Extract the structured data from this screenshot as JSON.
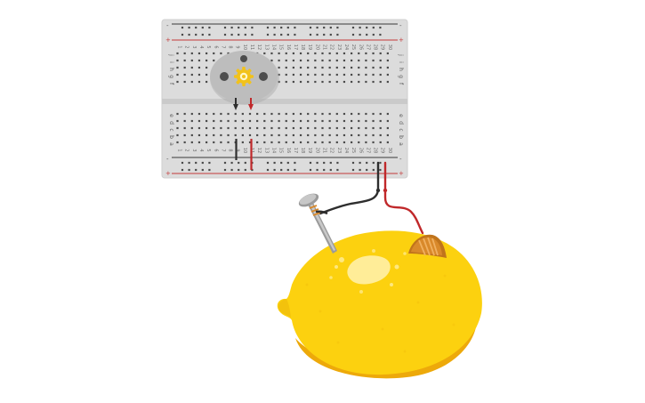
{
  "breadboard": {
    "column_numbers": [
      "1",
      "2",
      "3",
      "4",
      "5",
      "6",
      "7",
      "8",
      "9",
      "10",
      "11",
      "12",
      "13",
      "14",
      "15",
      "16",
      "17",
      "18",
      "19",
      "20",
      "21",
      "22",
      "23",
      "24",
      "25",
      "26",
      "27",
      "28",
      "29",
      "30"
    ],
    "row_letters_top": [
      "j",
      "i",
      "h",
      "g",
      "f"
    ],
    "row_letters_bottom": [
      "e",
      "d",
      "c",
      "b",
      "a"
    ],
    "rail_plus": "+",
    "rail_minus": "-"
  },
  "components": {
    "motor": "dc-motor",
    "lemon": "lemon",
    "nail": "galvanized-nail",
    "copper": "copper-electrode"
  },
  "colors": {
    "breadboard": "#dcdcdc",
    "hole": "#4a4a4a",
    "rail_red": "#c43a3a",
    "rail_dark": "#3a3a3a",
    "motor_body": "#b9b9b9",
    "gear": "#f2c21b",
    "wire_red": "#c0282a",
    "wire_black": "#2e2e2e",
    "lemon": "#fcd10f",
    "lemon_dark": "#f1b60c",
    "lemon_light": "#fff2b0",
    "copper": "#d9892a"
  }
}
